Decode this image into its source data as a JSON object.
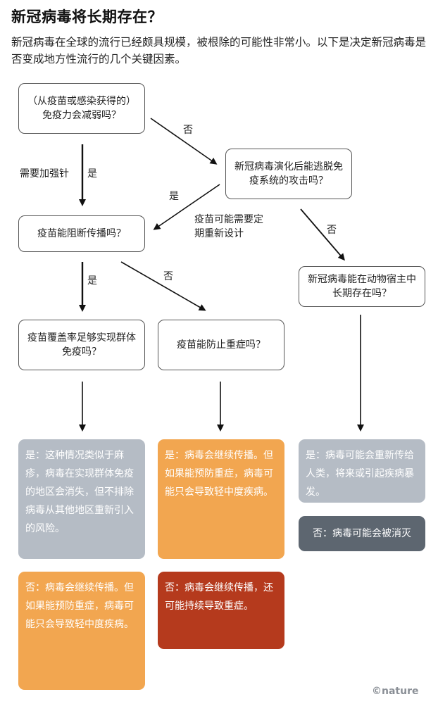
{
  "title": "新冠病毒将长期存在？",
  "subtitle": "新冠病毒在全球的流行已经颇具规模，被根除的可能性非常小。以下是决定新冠病毒是否变成地方性流行的几个关键因素。",
  "questions": {
    "immunity_wane": "（从疫苗或感染获得的）免疫力会减弱吗？",
    "virus_evolve": "新冠病毒演化后能逃脱免疫系统的攻击吗？",
    "vaccine_block": "疫苗能阻断传播吗？",
    "animal_host": "新冠病毒能在动物宿主中长期存在吗？",
    "coverage_herd": "疫苗覆盖率足够实现群体免疫吗？",
    "prevent_severe": "疫苗能防止重症吗？"
  },
  "labels": {
    "no_1": "否",
    "need_booster": "需要加强针",
    "yes_1": "是",
    "yes_2": "是",
    "redesign": "疫苗可能需要定期重新设计",
    "no_2": "否",
    "yes_3": "是",
    "no_3": "否"
  },
  "outcomes": {
    "herd_yes": "是：这种情况类似于麻疹，病毒在实现群体免疫的地区会消失，但不排除病毒从其他地区重新引入的风险。",
    "herd_no": "否：病毒会继续传播。但如果能预防重症，病毒可能只会导致轻中度疾病。",
    "severe_yes": "是：病毒会继续传播。但如果能预防重症，病毒可能只会导致轻中度疾病。",
    "severe_no": "否：病毒会继续传播，还可能持续导致重症。",
    "animal_yes": "是：病毒可能会重新传给人类，将来或引起疾病暴发。",
    "animal_no": "否：病毒可能会被消灭"
  },
  "logo": "©nature",
  "colors": {
    "gray": "#b5bcc5",
    "orange": "#f2a650",
    "red": "#b53a1d",
    "dark": "#5d6670"
  }
}
